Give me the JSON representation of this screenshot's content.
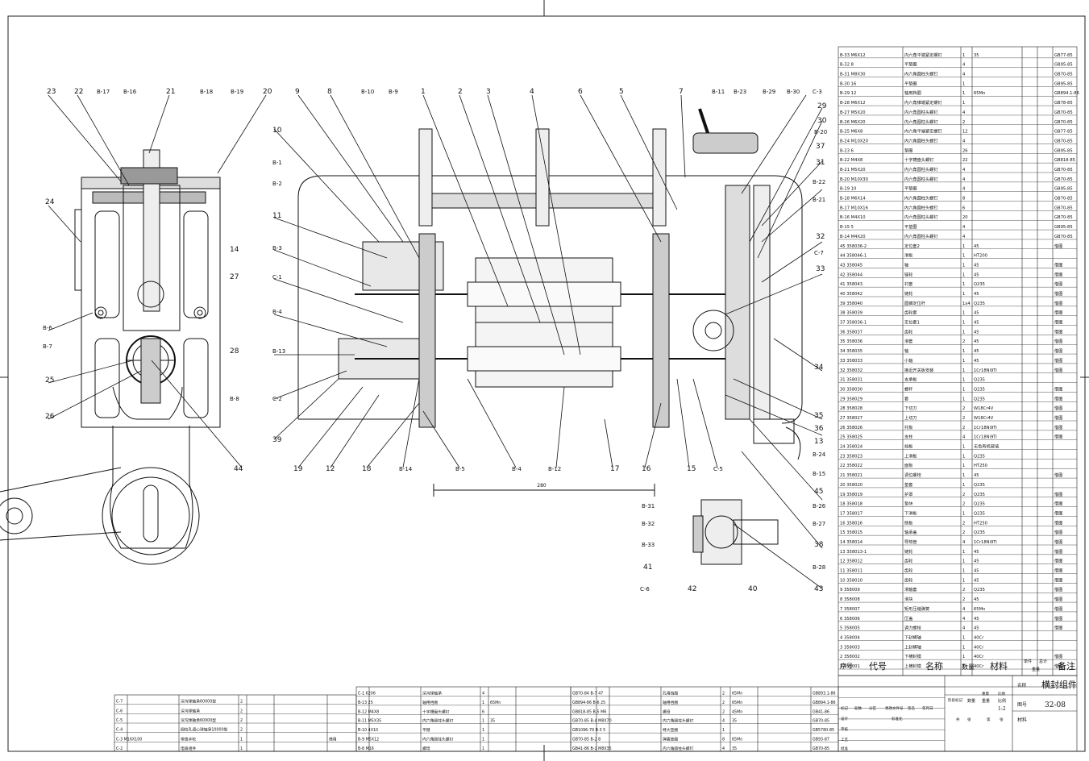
{
  "title_block": {
    "name_label": "名称",
    "name": "横封组件",
    "drawing_no_label": "图号",
    "drawing_no": "32-08",
    "scale_label": "比例",
    "scale": "1:2",
    "weight_label": "重量",
    "count_label": "数量",
    "material_label": "材料",
    "header": {
      "seq": "序号",
      "code": "代号",
      "name": "名称",
      "qty": "数量",
      "material": "材料",
      "unit_weight": "单件",
      "total_weight": "总计",
      "weight": "重量",
      "remark": "备注"
    }
  },
  "dimension": "280",
  "callouts_top": [
    "23",
    "22",
    "B-17",
    "B-16",
    "21",
    "B-18",
    "B-19",
    "20",
    "9",
    "8",
    "B-10",
    "B-9",
    "1",
    "2",
    "3",
    "4",
    "6",
    "5",
    "7",
    "B-11",
    "B-23",
    "B-29",
    "B-30",
    "C-3"
  ],
  "callouts_left": [
    "24",
    "B-6",
    "B-7",
    "25",
    "26",
    "10",
    "B-1",
    "B-2",
    "11",
    "B-3",
    "14",
    "27",
    "C-1",
    "B-4",
    "28",
    "B-13",
    "B-8",
    "C-2",
    "39",
    "44",
    "19",
    "12",
    "18",
    "B-14",
    "B-5",
    "B-4",
    "B-12",
    "17",
    "16",
    "15",
    "C-5"
  ],
  "callouts_right": [
    "29",
    "30",
    "B-20",
    "37",
    "31",
    "B-22",
    "B-21",
    "32",
    "C-7",
    "33",
    "34",
    "35",
    "36",
    "13",
    "B-24",
    "B-15",
    "45",
    "B-26",
    "B-27",
    "38",
    "B-28",
    "43",
    "40",
    "42",
    "C-6",
    "41",
    "B-33",
    "B-32",
    "B-31"
  ],
  "bom_rows": [
    {
      "code": "B-33 M6X12",
      "name": "内六角平端紧定螺钉",
      "qty": "1",
      "mat": "35",
      "remark": "GB77-85"
    },
    {
      "code": "B-32 8",
      "name": "平垫圈",
      "qty": "4",
      "mat": "",
      "remark": "GB95-85"
    },
    {
      "code": "B-31 M8X30",
      "name": "内六角圆柱头螺钉",
      "qty": "4",
      "mat": "",
      "remark": "GB70-85"
    },
    {
      "code": "B-30 16",
      "name": "平垫圈",
      "qty": "1",
      "mat": "",
      "remark": "GB95-85"
    },
    {
      "code": "B-29 12",
      "name": "轴用挡圈",
      "qty": "1",
      "mat": "65Mn",
      "remark": "GB894.1-86"
    },
    {
      "code": "B-28 M6X12",
      "name": "内六角锥端紧定螺钉",
      "qty": "1",
      "mat": "",
      "remark": "GB78-85"
    },
    {
      "code": "B-27 M5X20",
      "name": "内六角圆柱头螺钉",
      "qty": "4",
      "mat": "",
      "remark": "GB70-85"
    },
    {
      "code": "B-26 M6X20",
      "name": "内六角圆柱头螺钉",
      "qty": "2",
      "mat": "",
      "remark": "GB70-85"
    },
    {
      "code": "B-25 M6X8",
      "name": "内六角平端紧定螺钉",
      "qty": "12",
      "mat": "",
      "remark": "GB77-85"
    },
    {
      "code": "B-24 M10X20",
      "name": "内六角圆柱头螺钉",
      "qty": "4",
      "mat": "",
      "remark": "GB70-85"
    },
    {
      "code": "B-23 6",
      "name": "垫圈",
      "qty": "26",
      "mat": "",
      "remark": "GB95-85"
    },
    {
      "code": "B-22 M4X8",
      "name": "十字槽盘头螺钉",
      "qty": "22",
      "mat": "",
      "remark": "GB818-85"
    },
    {
      "code": "B-21 M5X20",
      "name": "内六角圆柱头螺钉",
      "qty": "4",
      "mat": "",
      "remark": "GB70-85"
    },
    {
      "code": "B-20 M10X30",
      "name": "内六角圆柱头螺钉",
      "qty": "4",
      "mat": "",
      "remark": "GB70-85"
    },
    {
      "code": "B-19 10",
      "name": "平垫圈",
      "qty": "4",
      "mat": "",
      "remark": "GB95-85"
    },
    {
      "code": "B-18 M6X14",
      "name": "内六角圆柱头螺钉",
      "qty": "8",
      "mat": "",
      "remark": "GB70-85"
    },
    {
      "code": "B-17 M10X16",
      "name": "内六角圆柱头螺钉",
      "qty": "6",
      "mat": "",
      "remark": "GB70-85"
    },
    {
      "code": "B-16 M4X10",
      "name": "内六角圆柱头螺钉",
      "qty": "20",
      "mat": "",
      "remark": "GB70-85"
    },
    {
      "code": "B-15 5",
      "name": "平垫圈",
      "qty": "4",
      "mat": "",
      "remark": "GB95-85"
    },
    {
      "code": "B-14 M4X20",
      "name": "内六角圆柱头螺钉",
      "qty": "4",
      "mat": "",
      "remark": "GB70-85"
    },
    {
      "code": "45 358036-2",
      "name": "定位套2",
      "qty": "1",
      "mat": "45",
      "remark": "借图"
    },
    {
      "code": "44 358046-1",
      "name": "滑板",
      "qty": "1",
      "mat": "HT200",
      "remark": ""
    },
    {
      "code": "43 358045",
      "name": "轴",
      "qty": "1",
      "mat": "45",
      "remark": "借图"
    },
    {
      "code": "42 358044",
      "name": "链轮",
      "qty": "1",
      "mat": "45",
      "remark": "借图"
    },
    {
      "code": "41 358043",
      "name": "衬套",
      "qty": "1",
      "mat": "Q235",
      "remark": "借图"
    },
    {
      "code": "40 358042",
      "name": "链轮",
      "qty": "1",
      "mat": "45",
      "remark": "借图"
    },
    {
      "code": "39 358040",
      "name": "圆锥定位杆",
      "qty": "1x4",
      "mat": "Q235",
      "remark": "借图"
    },
    {
      "code": "38 358039",
      "name": "齿轮套",
      "qty": "1",
      "mat": "45",
      "remark": "借图"
    },
    {
      "code": "37 358036-1",
      "name": "定位套1",
      "qty": "1",
      "mat": "45",
      "remark": "借图"
    },
    {
      "code": "36 358037",
      "name": "齿轮",
      "qty": "1",
      "mat": "45",
      "remark": "借图"
    },
    {
      "code": "35 358036",
      "name": "滑套",
      "qty": "2",
      "mat": "45",
      "remark": "借图"
    },
    {
      "code": "34 358035",
      "name": "轴",
      "qty": "1",
      "mat": "45",
      "remark": "借图"
    },
    {
      "code": "33 358033",
      "name": "小轴",
      "qty": "1",
      "mat": "45",
      "remark": "借图"
    },
    {
      "code": "32 358032",
      "name": "接近开关板安装",
      "qty": "1",
      "mat": "1Cr18Ni9Ti",
      "remark": "借图"
    },
    {
      "code": "31 358031",
      "name": "支承板",
      "qty": "1",
      "mat": "Q235",
      "remark": ""
    },
    {
      "code": "30 358030",
      "name": "螺杆",
      "qty": "1",
      "mat": "Q235",
      "remark": "借图"
    },
    {
      "code": "29 358029",
      "name": "套",
      "qty": "1",
      "mat": "Q235",
      "remark": "借图"
    },
    {
      "code": "28 358028",
      "name": "下切刀",
      "qty": "2",
      "mat": "W18Cr4V",
      "remark": "借图"
    },
    {
      "code": "27 358027",
      "name": "上切刀",
      "qty": "2",
      "mat": "W18Cr4V",
      "remark": "借图"
    },
    {
      "code": "26 358026",
      "name": "托板",
      "qty": "2",
      "mat": "1Cr18Ni9Ti",
      "remark": "借图"
    },
    {
      "code": "25 358025",
      "name": "支柱",
      "qty": "4",
      "mat": "1Cr18Ni9Ti",
      "remark": "借图"
    },
    {
      "code": "24 358024",
      "name": "挡板",
      "qty": "1",
      "mat": "无色有机玻璃",
      "remark": ""
    },
    {
      "code": "23 358023",
      "name": "上滑板",
      "qty": "1",
      "mat": "Q235",
      "remark": ""
    },
    {
      "code": "22 358022",
      "name": "面板",
      "qty": "1",
      "mat": "HT250",
      "remark": ""
    },
    {
      "code": "21 358021",
      "name": "调位螺栓",
      "qty": "1",
      "mat": "45",
      "remark": "借图"
    },
    {
      "code": "20 358020",
      "name": "垫套",
      "qty": "1",
      "mat": "Q235",
      "remark": ""
    },
    {
      "code": "19 358019",
      "name": "护罩",
      "qty": "2",
      "mat": "Q235",
      "remark": "借图"
    },
    {
      "code": "18 358018",
      "name": "垫块",
      "qty": "2",
      "mat": "Q235",
      "remark": "借图"
    },
    {
      "code": "17 358017",
      "name": "下滑板",
      "qty": "1",
      "mat": "Q235",
      "remark": "借图"
    },
    {
      "code": "16 358016",
      "name": "侧板",
      "qty": "2",
      "mat": "HT250",
      "remark": "借图"
    },
    {
      "code": "15 358015",
      "name": "轴承盖",
      "qty": "2",
      "mat": "Q235",
      "remark": "借图"
    },
    {
      "code": "14 358014",
      "name": "导热管",
      "qty": "4",
      "mat": "1Cr18Ni9Ti",
      "remark": "借图"
    },
    {
      "code": "13 358013-1",
      "name": "链轮",
      "qty": "1",
      "mat": "45",
      "remark": "借图"
    },
    {
      "code": "12 358012",
      "name": "齿轮",
      "qty": "1",
      "mat": "45",
      "remark": "借图"
    },
    {
      "code": "11 358011",
      "name": "齿轮",
      "qty": "1",
      "mat": "45",
      "remark": "借图"
    },
    {
      "code": "10 358010",
      "name": "齿轮",
      "qty": "1",
      "mat": "45",
      "remark": "借图"
    },
    {
      "code": "9 358009",
      "name": "滑轴套",
      "qty": "2",
      "mat": "Q235",
      "remark": "借图"
    },
    {
      "code": "8 358008",
      "name": "滑块",
      "qty": "2",
      "mat": "45",
      "remark": "借图"
    },
    {
      "code": "7 358007",
      "name": "矩形压缩弹簧",
      "qty": "4",
      "mat": "65Mn",
      "remark": "借图"
    },
    {
      "code": "6 358006",
      "name": "压盖",
      "qty": "4",
      "mat": "45",
      "remark": "借图"
    },
    {
      "code": "5 358005",
      "name": "调力螺栓",
      "qty": "4",
      "mat": "45",
      "remark": "借图"
    },
    {
      "code": "4 358004",
      "name": "下封横轴",
      "qty": "1",
      "mat": "40Cr",
      "remark": ""
    },
    {
      "code": "3 358003",
      "name": "上封横轴",
      "qty": "1",
      "mat": "40Cr",
      "remark": ""
    },
    {
      "code": "2 358002",
      "name": "下横封模",
      "qty": "1",
      "mat": "40Cr",
      "remark": "借图"
    },
    {
      "code": "1 358001",
      "name": "上横封模",
      "qty": "1",
      "mat": "40Cr",
      "remark": "借图"
    }
  ],
  "bottom_table_a": [
    {
      "code": "C-7",
      "name": "深沟球轴承60000型",
      "qty": "2"
    },
    {
      "code": "C-6",
      "name": "深沟球轴承",
      "qty": "2"
    },
    {
      "code": "C-5",
      "name": "深沟球轴承60000型",
      "qty": "2"
    },
    {
      "code": "C-4",
      "name": "圆柱孔调心球轴承10000型",
      "qty": "2"
    },
    {
      "code": "C-3 M16X100",
      "name": "带扇手轮",
      "qty": "1",
      "note": "借用"
    },
    {
      "code": "C-2",
      "name": "电扇组件",
      "qty": "1"
    }
  ],
  "bottom_table_b": [
    {
      "code": "C-1 6206",
      "name": "深沟球轴承",
      "qty": "4"
    },
    {
      "code": "B-13 25",
      "name": "轴用挡圈",
      "qty": "1",
      "mat": "65Mn"
    },
    {
      "code": "B-12 M4X8",
      "name": "十字槽盘头螺钉",
      "qty": "6"
    },
    {
      "code": "B-11 M5X35",
      "name": "内六角圆柱头螺钉",
      "qty": "1",
      "mat": "35"
    },
    {
      "code": "B-10 4X10",
      "name": "平键",
      "qty": "1"
    },
    {
      "code": "B-9 M5X12",
      "name": "内六角圆柱头螺钉",
      "qty": "1"
    },
    {
      "code": "B-8 M16",
      "name": "螺母",
      "qty": "1"
    }
  ],
  "bottom_table_c": [
    {
      "code": "GB70-84 B-7 47",
      "name": "孔用挡圈",
      "qty": "2",
      "mat": "65Mn",
      "std": "GB893.1-86"
    },
    {
      "code": "GB894-86 B-6 25",
      "name": "轴用挡圈",
      "qty": "2",
      "mat": "65Mn",
      "std": "GB894.1-86"
    },
    {
      "code": "GB818-85 B-5 M6",
      "name": "螺母",
      "qty": "2",
      "mat": "45Mn",
      "std": "GB41-86"
    },
    {
      "code": "GB70-85 B-4 M8X70",
      "name": "内六角圆柱头螺钉",
      "qty": "4",
      "mat": "35",
      "std": "GB70-85"
    },
    {
      "code": "GB1096-79 B-3 5",
      "name": "特大垫圈",
      "qty": "1",
      "mat": "",
      "std": "GB5780-85"
    },
    {
      "code": "GB70-85 B-2 8",
      "name": "弹簧垫圈",
      "qty": "8",
      "mat": "65Mn",
      "std": "GB93-87"
    },
    {
      "code": "GB41-86 B-1 M8X35",
      "name": "内六角圆柱头螺钉",
      "qty": "4",
      "mat": "35",
      "std": "GB70-85"
    }
  ],
  "title_rows": [
    "标记",
    "处数",
    "分区",
    "更改文件号",
    "签名",
    "年月日",
    "设计",
    "标准化",
    "阶段标记",
    "审核",
    "工艺",
    "批准"
  ],
  "stage_header": [
    "重量",
    "比例"
  ],
  "sign_fields": [
    "共",
    "张",
    "第",
    "张"
  ]
}
